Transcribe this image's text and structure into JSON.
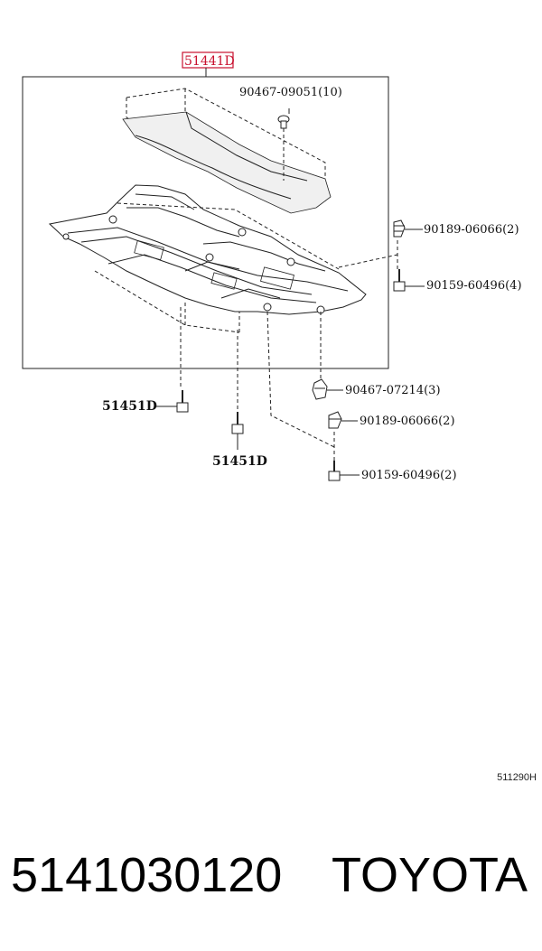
{
  "diagram": {
    "main_part": "51441D",
    "labels": {
      "clip_top": "90467-09051(10)",
      "nut_right_top": "90189-06066(2)",
      "bolt_right_top": "90159-60496(4)",
      "clip_bottom": "90467-07214(3)",
      "nut_right_bottom": "90189-06066(2)",
      "bolt_right_bottom": "90159-60496(2)",
      "screw_left": "51451D",
      "screw_center": "51451D"
    },
    "image_code": "511290H"
  },
  "footer": {
    "part_number": "5141030120",
    "brand": "TOYOTA"
  },
  "colors": {
    "highlight": "#c8102e"
  }
}
